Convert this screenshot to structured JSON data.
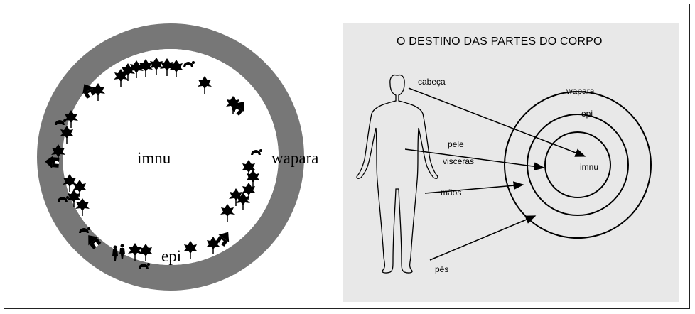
{
  "left_diagram": {
    "labels": {
      "center": "imnu",
      "outer": "wapara",
      "inner_ring": "epi"
    }
  },
  "right_diagram": {
    "title": "O DESTINO DAS PARTES DO CORPO",
    "body_parts": {
      "head": "cabeça",
      "skin": "pele",
      "viscera": "visceras",
      "hands": "mãos",
      "feet": "pés"
    },
    "circles": {
      "outer": "wapara",
      "middle": "epi",
      "inner": "imnu"
    }
  }
}
